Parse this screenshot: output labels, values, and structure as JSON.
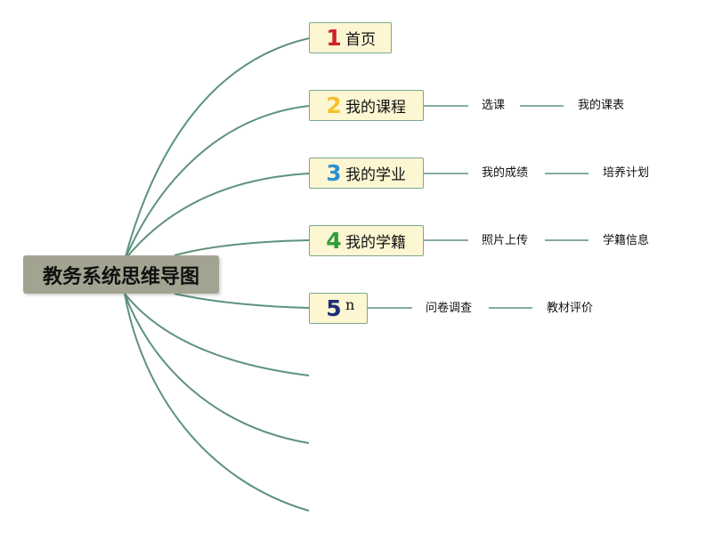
{
  "root": {
    "label": "教务系统思维导图"
  },
  "colors": {
    "edge": "#5e927b",
    "root_bg": "#a3a391",
    "topic_bg": "#fdf6d2",
    "topic_border": "#79a890",
    "marker_1": "#d0202a",
    "marker_2": "#f2c12e",
    "marker_3": "#2f8fd0",
    "marker_4": "#2e9e39",
    "marker_5": "#1c2f78"
  },
  "topics": [
    {
      "marker": "1",
      "label": "首页",
      "children": []
    },
    {
      "marker": "2",
      "label": "我的课程",
      "children": [
        "选课",
        "我的课表"
      ]
    },
    {
      "marker": "3",
      "label": "我的学业",
      "children": [
        "我的成绩",
        "培养计划"
      ]
    },
    {
      "marker": "4",
      "label": "我的学籍",
      "children": [
        "照片上传",
        "学籍信息"
      ]
    },
    {
      "marker": "5",
      "label": "n",
      "children": [
        "问卷调查",
        "教材评价"
      ]
    }
  ]
}
